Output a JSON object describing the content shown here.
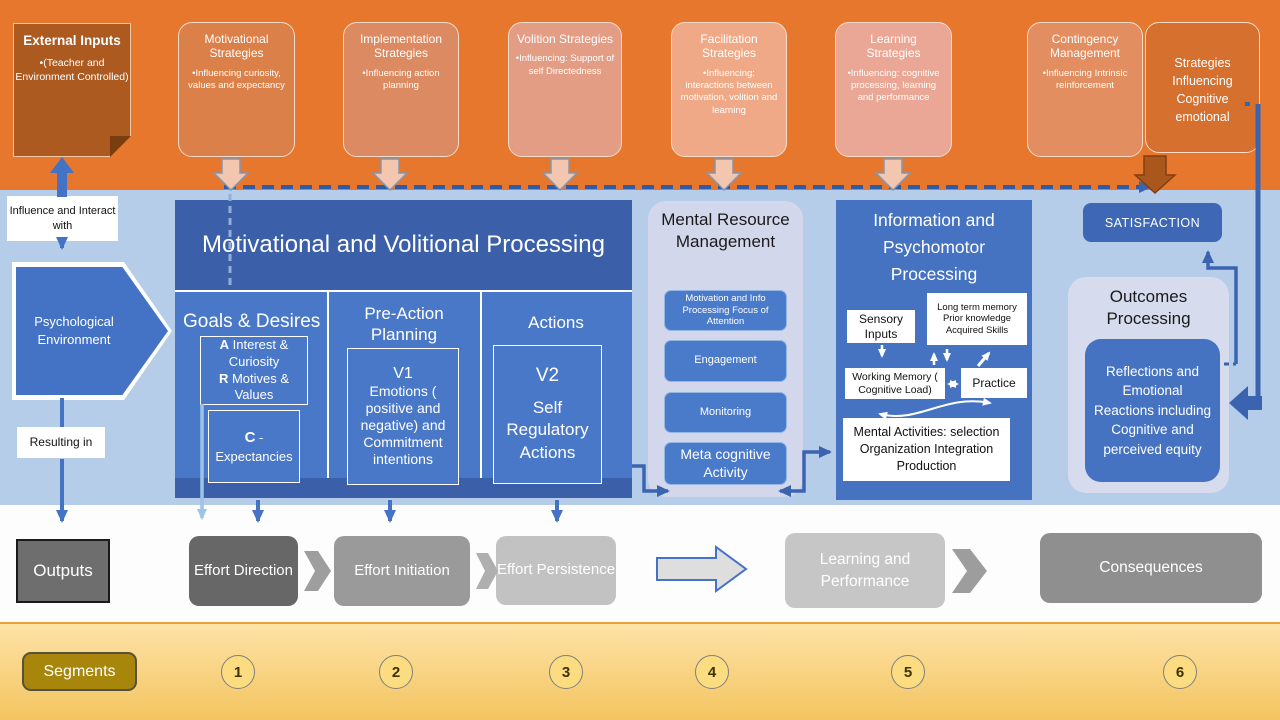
{
  "colors": {
    "orange_band": "#E8772E",
    "blue_band": "#B5CDE9",
    "yellow_band_top": "#FDE3A7",
    "yellow_band_bottom": "#F4C45F",
    "primary_blue": "#4472C4",
    "dark_blue": "#3B5FA8",
    "lavender_panel": "#D3D7EC",
    "connector_blue": "#3A64B0",
    "external_brown": "#AC5A20",
    "peach_arrow": "#F2C6AF",
    "segments_gold": "#A8860B"
  },
  "top_band": {
    "external_inputs": {
      "title": "External Inputs",
      "body": "•(Teacher and Environment Controlled)"
    },
    "strategies": [
      {
        "title": "Motivational Strategies",
        "body": "•Influencing curiosity, values and expectancy"
      },
      {
        "title": "Implementation Strategies",
        "body": "•Influencing action planning"
      },
      {
        "title": "Volition Strategies",
        "body": "•Influencing: Support of self Directedness"
      },
      {
        "title": "Facilitation Strategies",
        "body": "•Influencing: interactions between motivation, volition and learning"
      },
      {
        "title": "Learning Strategies",
        "body": "•Influencing: cognitive processing, learning and performance"
      },
      {
        "title": "Contingency Management",
        "body": "•Influencing Intrinsic reinforcement"
      }
    ],
    "cognitive_emotional": {
      "title": "Strategies Influencing Cognitive emotional"
    }
  },
  "middle": {
    "influence_label": "Influence and Interact with",
    "psych_env": "Psychological Environment",
    "resulting_label": "Resulting in",
    "mvp": {
      "title": "Motivational and Volitional Processing",
      "goals": {
        "header": "Goals & Desires",
        "a": "A",
        "a_text": " Interest & Curiosity",
        "r": "R",
        "r_text": " Motives & Values",
        "c": "C",
        "c_dash": " -",
        "c_text": "Expectancies"
      },
      "preaction": {
        "header": "Pre-Action Planning",
        "v1": "V1",
        "v1_text": "Emotions ( positive and negative) and Commitment intentions"
      },
      "actions": {
        "header": "Actions",
        "v2": "V2",
        "v2_text": "Self Regulatory Actions"
      }
    },
    "mrm": {
      "title": "Mental Resource Management",
      "items": [
        "Motivation and Info Processing Focus of Attention",
        "Engagement",
        "Monitoring",
        "Meta cognitive Activity"
      ]
    },
    "ipp": {
      "title": "Information and Psychomotor Processing",
      "sensory": "Sensory Inputs",
      "ltm": "Long term memory Prior knowledge Acquired Skills",
      "wm": "Working Memory ( Cognitive Load)",
      "practice": "Practice",
      "mental": "Mental Activities: selection Organization Integration Production"
    },
    "satisfaction": "SATISFACTION",
    "outcomes": {
      "title": "Outcomes Processing",
      "body": "Reflections and Emotional Reactions including Cognitive and perceived equity"
    }
  },
  "bottom": {
    "outputs": "Outputs",
    "effort": [
      "Effort Direction",
      "Effort Initiation",
      "Effort Persistence"
    ],
    "learning": "Learning and Performance",
    "consequences": "Consequences"
  },
  "segments": {
    "label": "Segments",
    "numbers": [
      "1",
      "2",
      "3",
      "4",
      "5",
      "6"
    ]
  }
}
